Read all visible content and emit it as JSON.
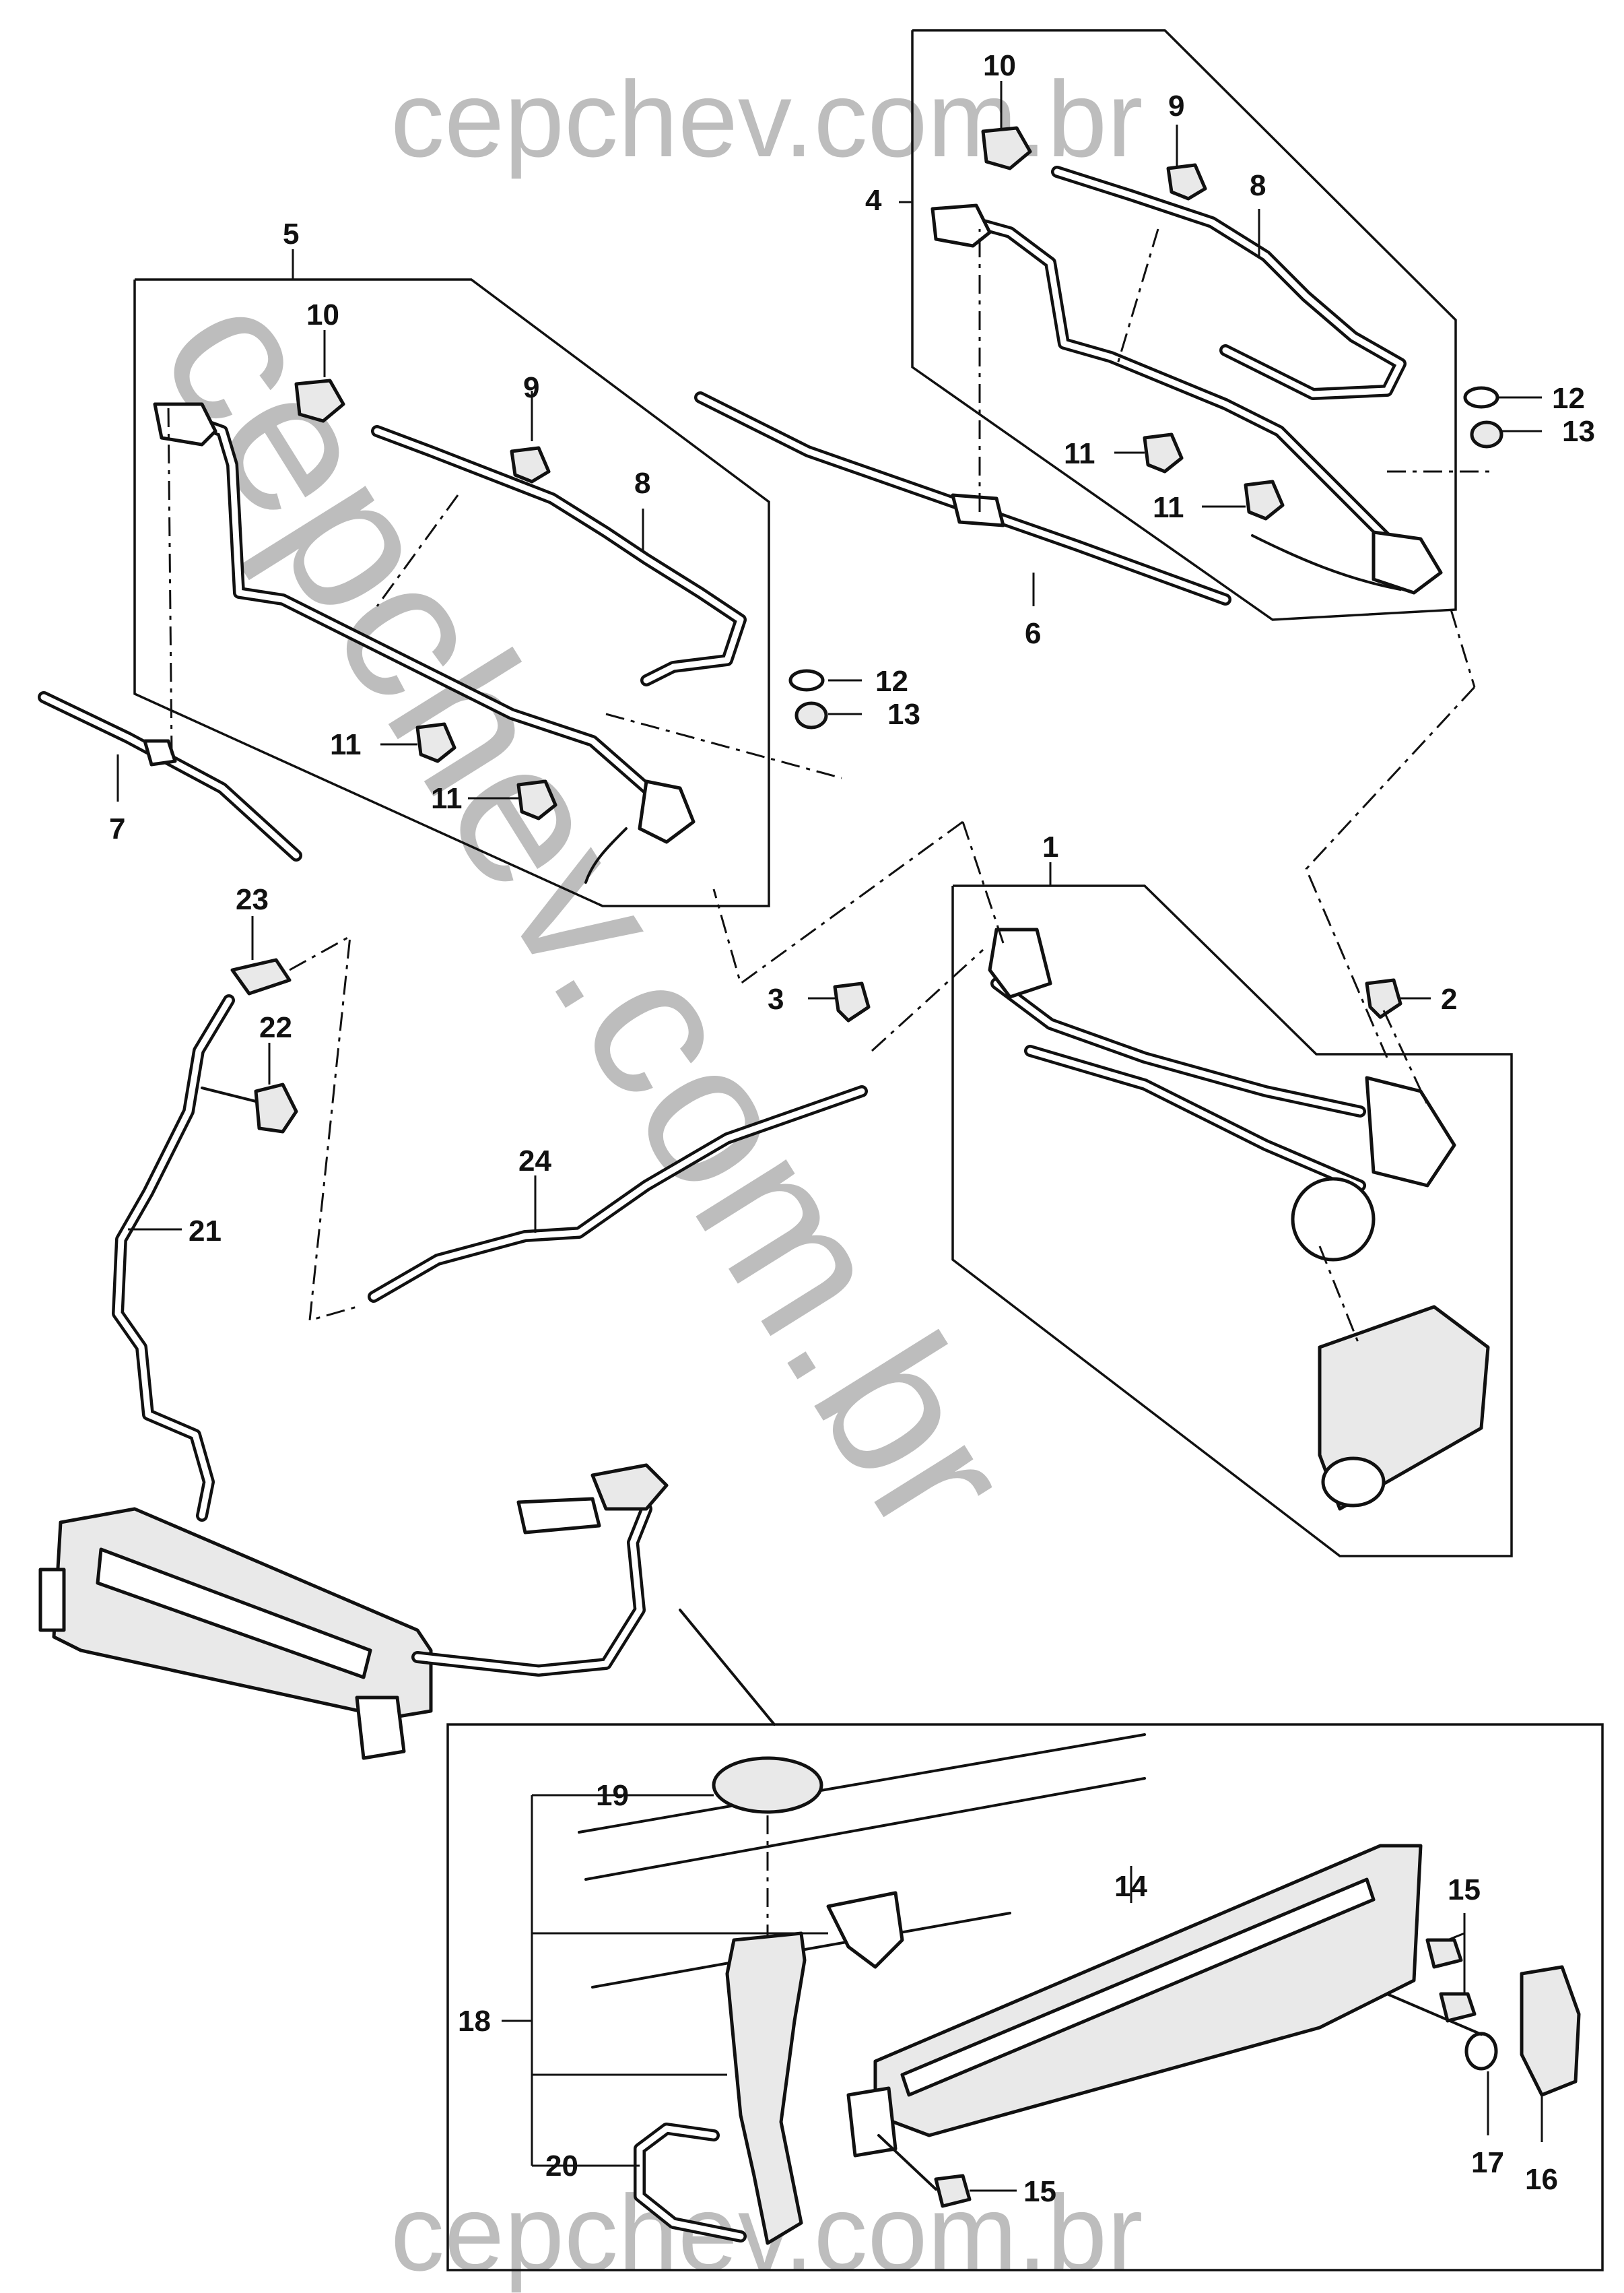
{
  "watermark": {
    "top": "cepchev.com.br",
    "diagonal": "cepchev.com.br",
    "bottom": "cepchev.com.br",
    "color": "#bdbdbd"
  },
  "callouts": {
    "c1": "1",
    "c2": "2",
    "c3": "3",
    "c4": "4",
    "c5": "5",
    "c6": "6",
    "c7": "7",
    "c8a": "8",
    "c8b": "8",
    "c9a": "9",
    "c9b": "9",
    "c10a": "10",
    "c10b": "10",
    "c11a": "11",
    "c11b": "11",
    "c11c": "11",
    "c11d": "11",
    "c12a": "12",
    "c12b": "12",
    "c13a": "13",
    "c13b": "13",
    "c14": "14",
    "c15a": "15",
    "c15b": "15",
    "c16": "16",
    "c17": "17",
    "c18": "18",
    "c19": "19",
    "c20": "20",
    "c21": "21",
    "c22": "22",
    "c23": "23",
    "c24": "24"
  },
  "colors": {
    "line": "#111111",
    "background": "#ffffff"
  }
}
